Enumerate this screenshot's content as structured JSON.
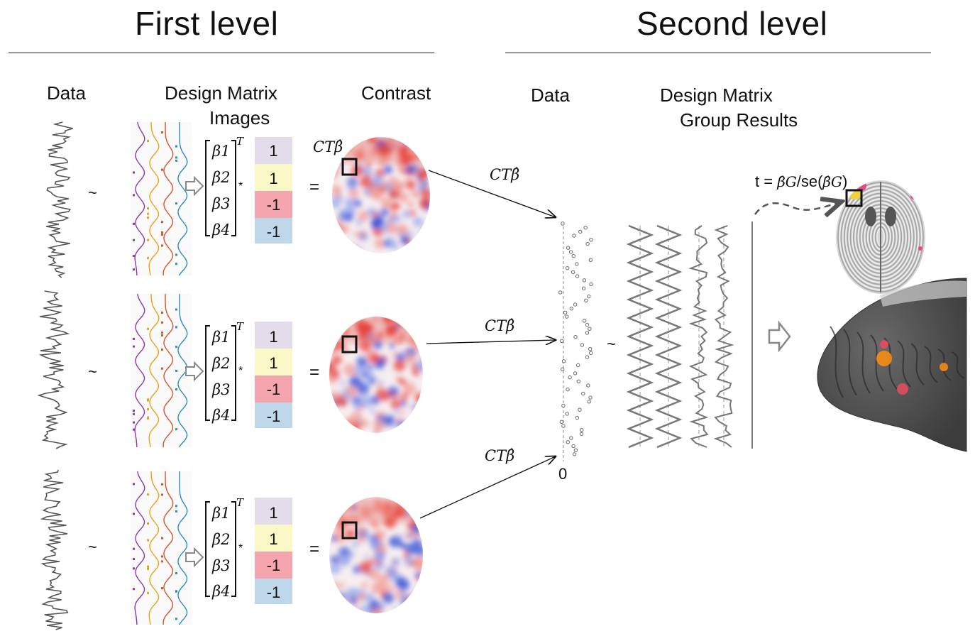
{
  "first_level": {
    "title": "First level",
    "data_label": "Data",
    "design_label": "Design Matrix",
    "images_label": "Images",
    "contrast_label": "Contrast",
    "beta_label_1": "β1",
    "beta_label_2": "β2",
    "beta_label_3": "β3",
    "beta_label_4": "β4",
    "transpose_symbol": "T",
    "contrast_values": [
      "1",
      "1",
      "-1",
      "-1"
    ],
    "contrast_colors": [
      "#e3dcea",
      "#fbf8c8",
      "#f5a5ad",
      "#bed8ea"
    ],
    "ctb_label": "CTβ̂",
    "operators": {
      "tilde": "~",
      "times": "*",
      "equals": "="
    },
    "regressor_colors": [
      "#8c3aa8",
      "#e9a21a",
      "#d9532b",
      "#2a8cc4"
    ]
  },
  "second_level": {
    "title": "Second level",
    "data_label": "Data",
    "design_label": "Design Matrix",
    "results_label": "Group Results",
    "zero_label": "0",
    "tilde": "~",
    "t_formula_prefix": "t = ",
    "t_formula_suffix": "/se(",
    "t_formula_close": ")",
    "beta_g_label": "β̂G"
  }
}
